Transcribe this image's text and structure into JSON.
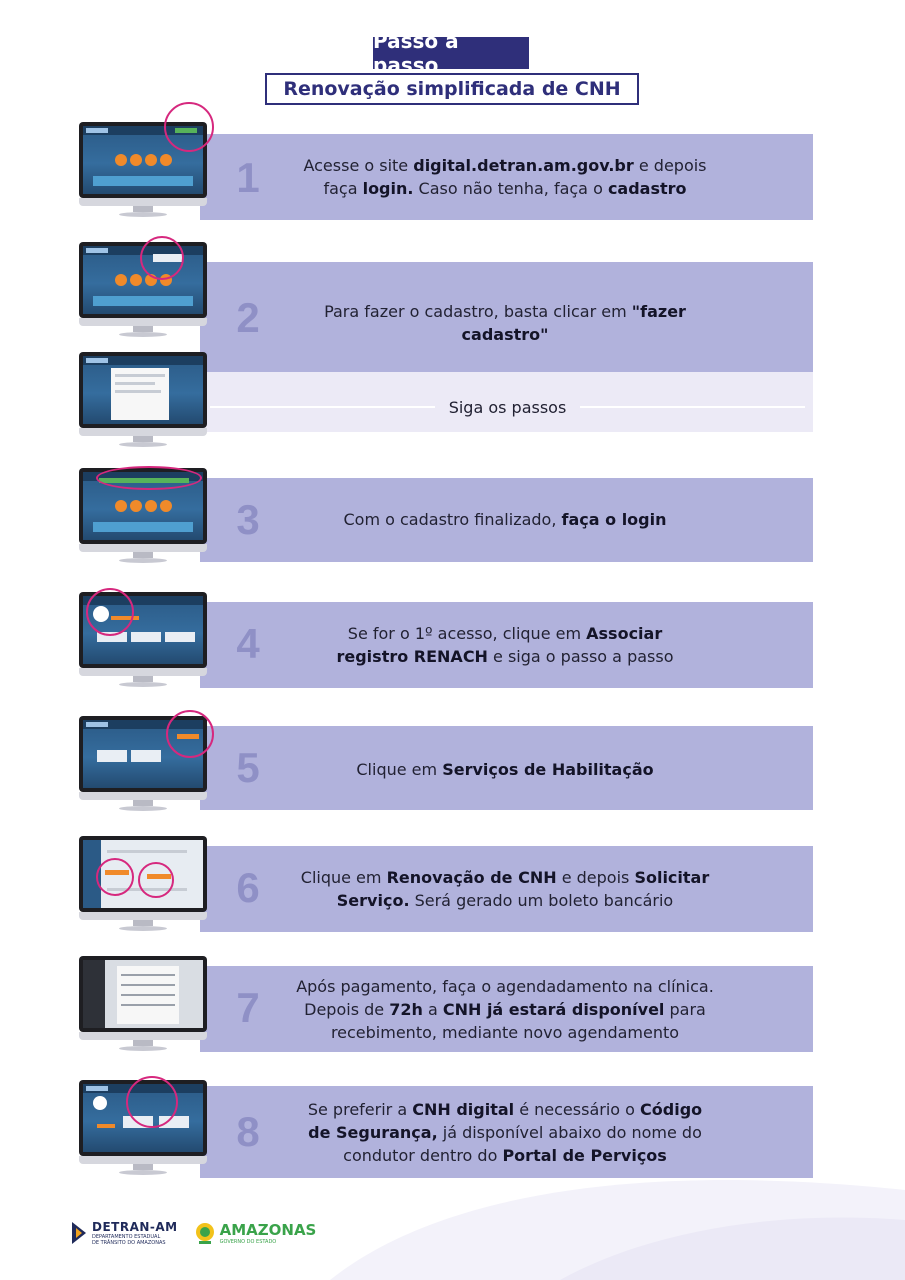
{
  "header": {
    "title": "Passo a passo",
    "subtitle": "Renovação simplificada de CNH"
  },
  "steps": [
    {
      "number": "1",
      "parts": [
        {
          "t": "Acesse o site ",
          "b": false
        },
        {
          "t": "digital.detran.am.gov.br",
          "b": true
        },
        {
          "t": " e depois",
          "b": false
        },
        {
          "br": true
        },
        {
          "t": "faça ",
          "b": false
        },
        {
          "t": "login.",
          "b": true
        },
        {
          "t": " Caso não tenha, faça o ",
          "b": false
        },
        {
          "t": "cadastro",
          "b": true
        }
      ]
    },
    {
      "number": "2",
      "parts": [
        {
          "t": "Para fazer o cadastro, basta clicar em ",
          "b": false
        },
        {
          "t": "\"fazer",
          "b": true
        },
        {
          "br": true
        },
        {
          "t": "cadastro\"",
          "b": true
        }
      ]
    },
    {
      "number": "3",
      "parts": [
        {
          "t": "Com o cadastro finalizado, ",
          "b": false
        },
        {
          "t": "faça o login",
          "b": true
        }
      ]
    },
    {
      "number": "4",
      "parts": [
        {
          "t": "Se for o 1º acesso, clique em ",
          "b": false
        },
        {
          "t": "Associar",
          "b": true
        },
        {
          "br": true
        },
        {
          "t": "registro RENACH",
          "b": true
        },
        {
          "t": " e siga o passo a passo",
          "b": false
        }
      ]
    },
    {
      "number": "5",
      "parts": [
        {
          "t": "Clique em ",
          "b": false
        },
        {
          "t": "Serviços de Habilitação",
          "b": true
        }
      ]
    },
    {
      "number": "6",
      "parts": [
        {
          "t": "Clique em ",
          "b": false
        },
        {
          "t": "Renovação de CNH",
          "b": true
        },
        {
          "t": " e depois ",
          "b": false
        },
        {
          "t": "Solicitar",
          "b": true
        },
        {
          "br": true
        },
        {
          "t": "Serviço.",
          "b": true
        },
        {
          "t": " Será gerado um boleto bancário",
          "b": false
        }
      ]
    },
    {
      "number": "7",
      "parts": [
        {
          "t": "Após pagamento, faça o agendadamento na clínica.",
          "b": false
        },
        {
          "br": true
        },
        {
          "t": "Depois de ",
          "b": false
        },
        {
          "t": "72h",
          "b": true
        },
        {
          "t": " a ",
          "b": false
        },
        {
          "t": "CNH já estará disponível",
          "b": true
        },
        {
          "t": " para",
          "b": false
        },
        {
          "br": true
        },
        {
          "t": "recebimento, mediante novo agendamento",
          "b": false
        }
      ]
    },
    {
      "number": "8",
      "parts": [
        {
          "t": "Se preferir a ",
          "b": false
        },
        {
          "t": "CNH digital",
          "b": true
        },
        {
          "t": " é necessário o ",
          "b": false
        },
        {
          "t": "Código",
          "b": true
        },
        {
          "br": true
        },
        {
          "t": "de Segurança,",
          "b": true
        },
        {
          "t": " já disponível abaixo do nome do",
          "b": false
        },
        {
          "br": true
        },
        {
          "t": "condutor dentro do ",
          "b": false
        },
        {
          "t": "Portal de Perviços",
          "b": true
        }
      ]
    }
  ],
  "follow_steps_label": "Siga os passos",
  "footer": {
    "logo_detran_name": "DETRAN-AM",
    "logo_detran_sub_1": "DEPARTAMENTO ESTADUAL",
    "logo_detran_sub_2": "DE TRÂNSITO DO AMAZONAS",
    "logo_amazonas_name": "AMAZONAS",
    "logo_amazonas_sub": "GOVERNO DO ESTADO"
  },
  "colors": {
    "band": "#b1b2dc",
    "band_light": "#eceaf6",
    "header_bg": "#2f2f7a",
    "step_number": "#8f90c6",
    "highlight_ring": "#d6287e"
  },
  "icons": [
    "monitor-icon",
    "highlight-ring-icon",
    "detran-logo-icon",
    "amazonas-logo-icon"
  ]
}
